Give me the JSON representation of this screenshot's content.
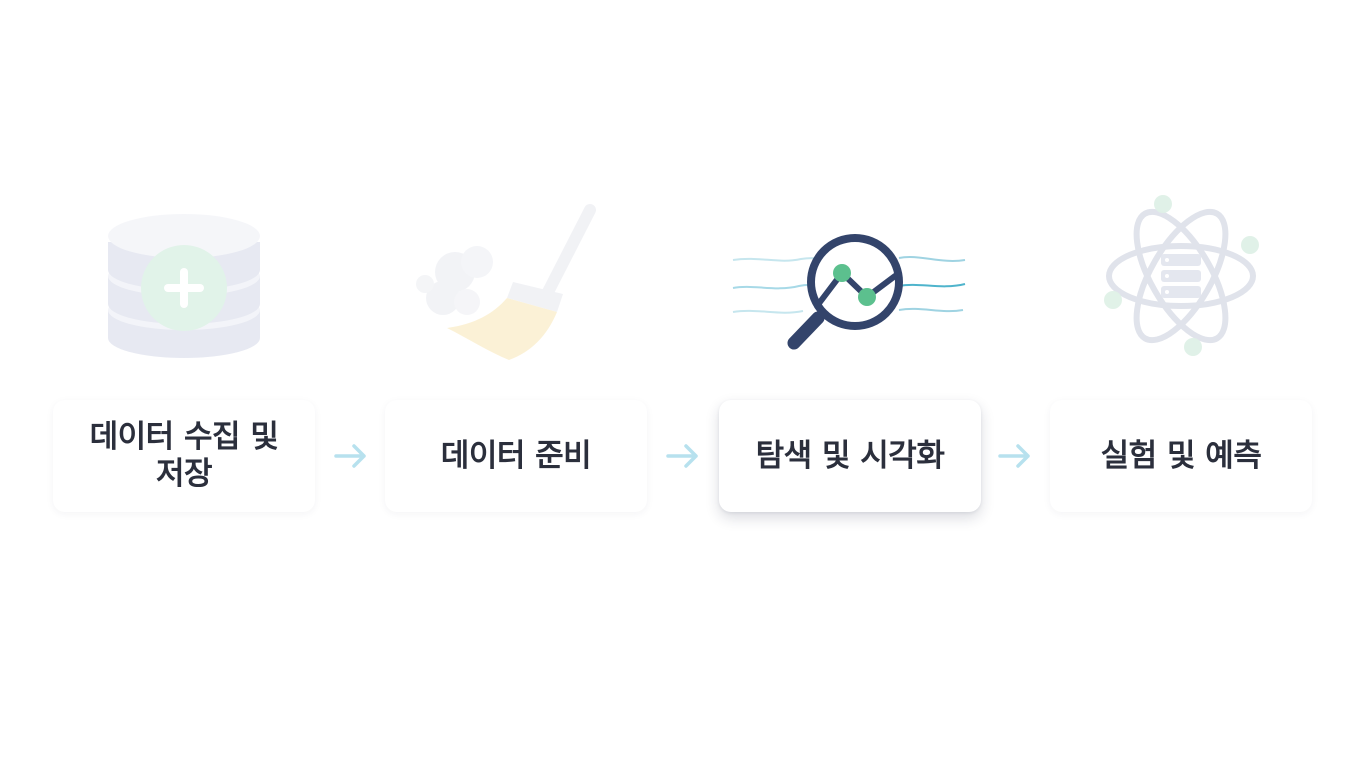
{
  "colors": {
    "accent_navy": "#33446b",
    "accent_green": "#5cc08e",
    "accent_teal": "#4fb4cc",
    "arrow": "#b7e1ee",
    "text": "#2b2f3c"
  },
  "steps": [
    {
      "label": "데이터 수집 및 저장",
      "icon": "database-add-icon",
      "state": "faded"
    },
    {
      "label": "데이터 준비",
      "icon": "broom-icon",
      "state": "faded"
    },
    {
      "label": "탐색 및 시각화",
      "icon": "magnifier-chart-icon",
      "state": "active"
    },
    {
      "label": "실험 및 예측",
      "icon": "atom-icon",
      "state": "faded"
    }
  ],
  "connectors": [
    {
      "icon": "arrow-right-icon"
    },
    {
      "icon": "arrow-right-icon"
    },
    {
      "icon": "arrow-right-icon"
    }
  ]
}
